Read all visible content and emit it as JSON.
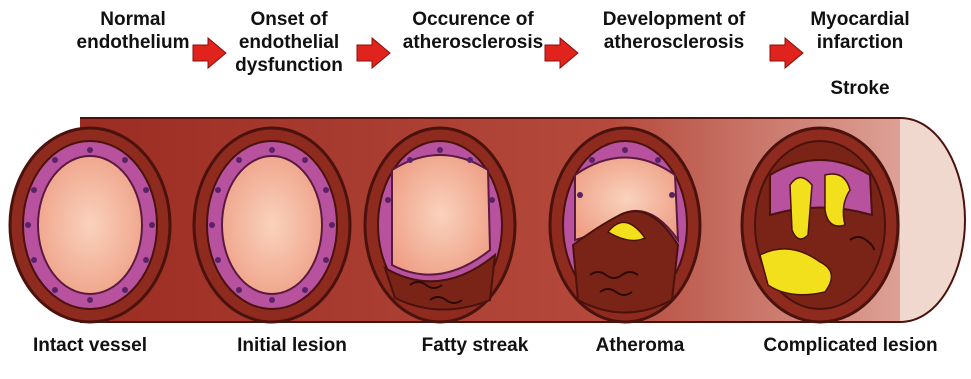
{
  "stages": [
    {
      "title": "Normal\nendothelium",
      "label": "Intact vessel"
    },
    {
      "title": "Onset of\nendothelial\ndysfunction",
      "label": "Initial lesion"
    },
    {
      "title": "Occurence of\natherosclerosis",
      "label": "Fatty streak"
    },
    {
      "title": "Development  of\natherosclerosis",
      "label": "Atheroma"
    },
    {
      "title": "Myocardial\ninfarction",
      "extra": "Stroke",
      "label": "Complicated lesion"
    }
  ],
  "colors": {
    "arrow": "#e0231c",
    "vessel_wall": "#9b2c22",
    "vessel_outline": "#4a120c",
    "lumen": "#f4c0a4",
    "endothelium": "#b8529f",
    "nucleus": "#5a2266",
    "plaque_yellow": "#f2e01c"
  }
}
